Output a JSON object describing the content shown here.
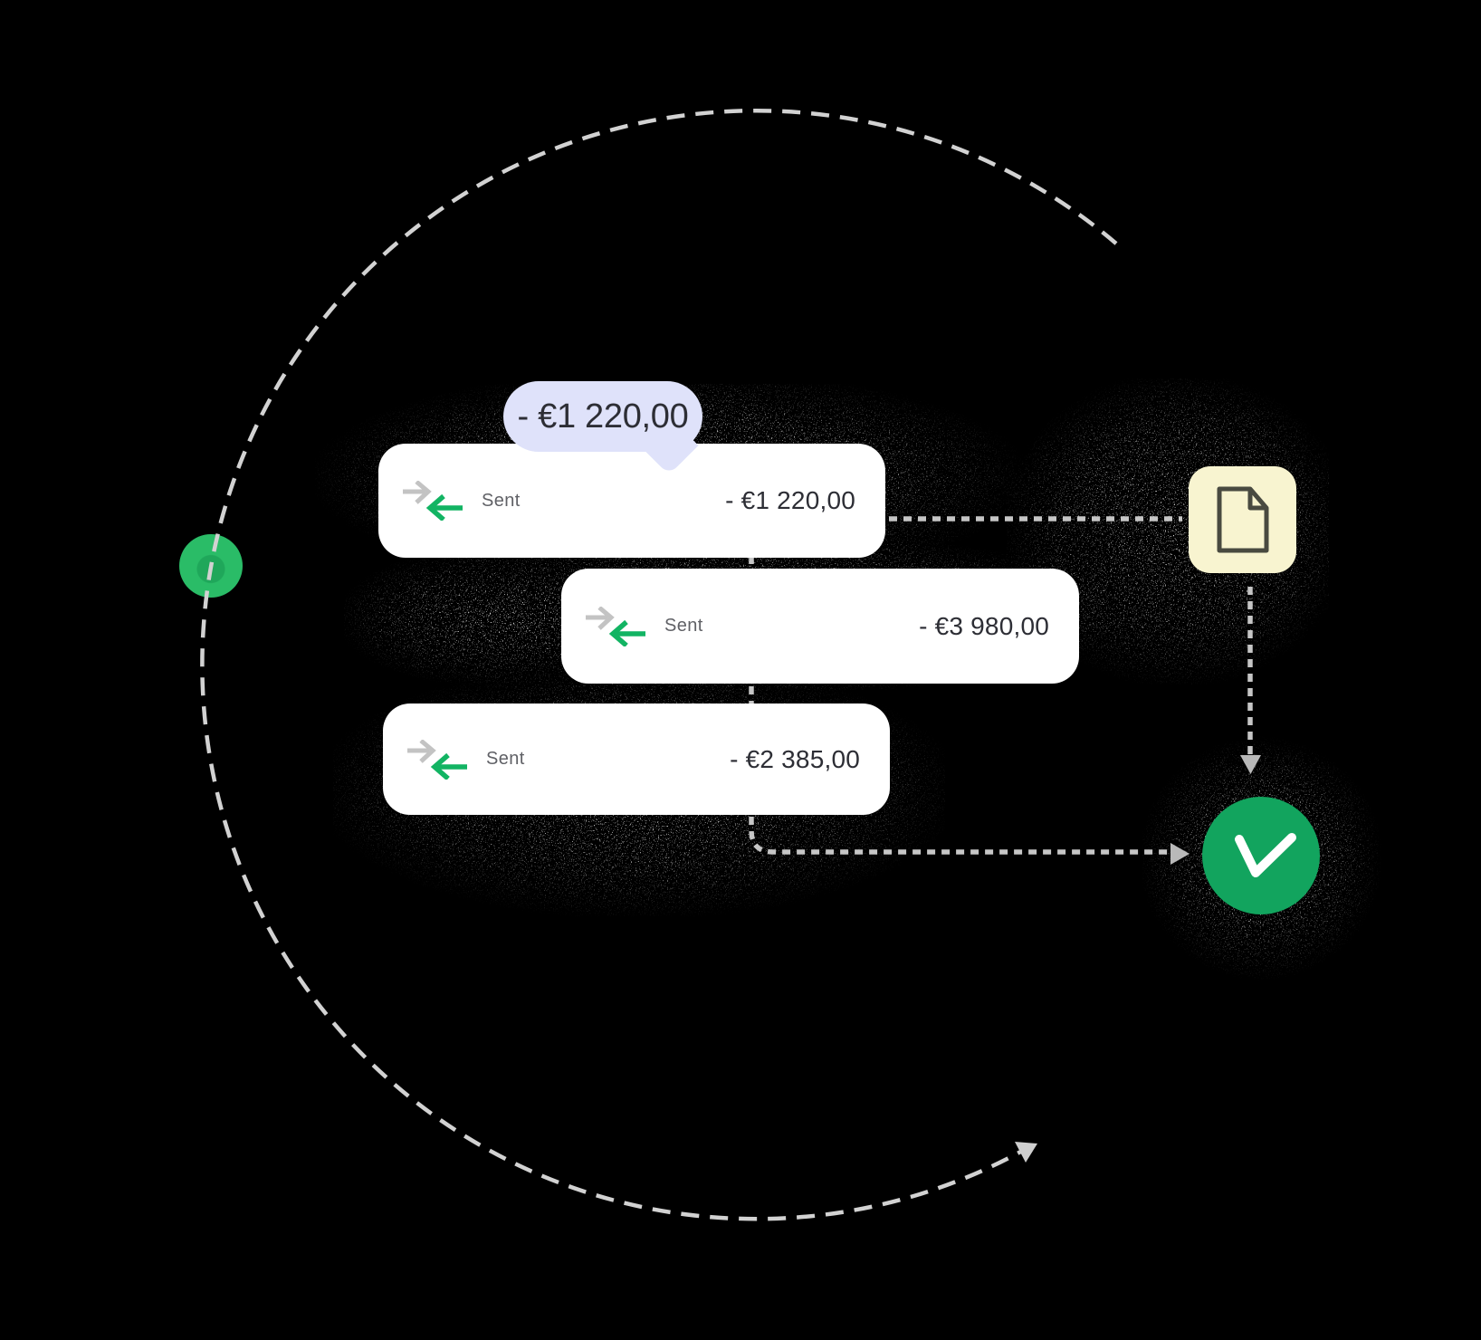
{
  "canvas": {
    "background": "#000000"
  },
  "tooltip": {
    "text": "- €1 220,00"
  },
  "transactions": [
    {
      "label": "Sent",
      "amount": "- €1 220,00"
    },
    {
      "label": "Sent",
      "amount": "- €3 980,00"
    },
    {
      "label": "Sent",
      "amount": "- €2 385,00"
    }
  ],
  "nodes": {
    "document": "document-file-icon",
    "success": "check-icon",
    "progress": "progress-dot",
    "transfer": "incoming-outgoing-arrows-icon"
  },
  "colors": {
    "background": "#000000",
    "card": "#ffffff",
    "green": "#12a45e",
    "green_bright": "#12b463",
    "green_dot": "#2abc67",
    "green_dot_inner": "#1fa75a",
    "lavender": "#dfe2fa",
    "cream": "#f8f4d0",
    "label_gray": "#606166",
    "amount_dark": "#2d2e35",
    "dash_gray": "#d2d2d2",
    "dot_gray": "#c6c6c6",
    "arrow_gray": "#b9b9b9"
  }
}
